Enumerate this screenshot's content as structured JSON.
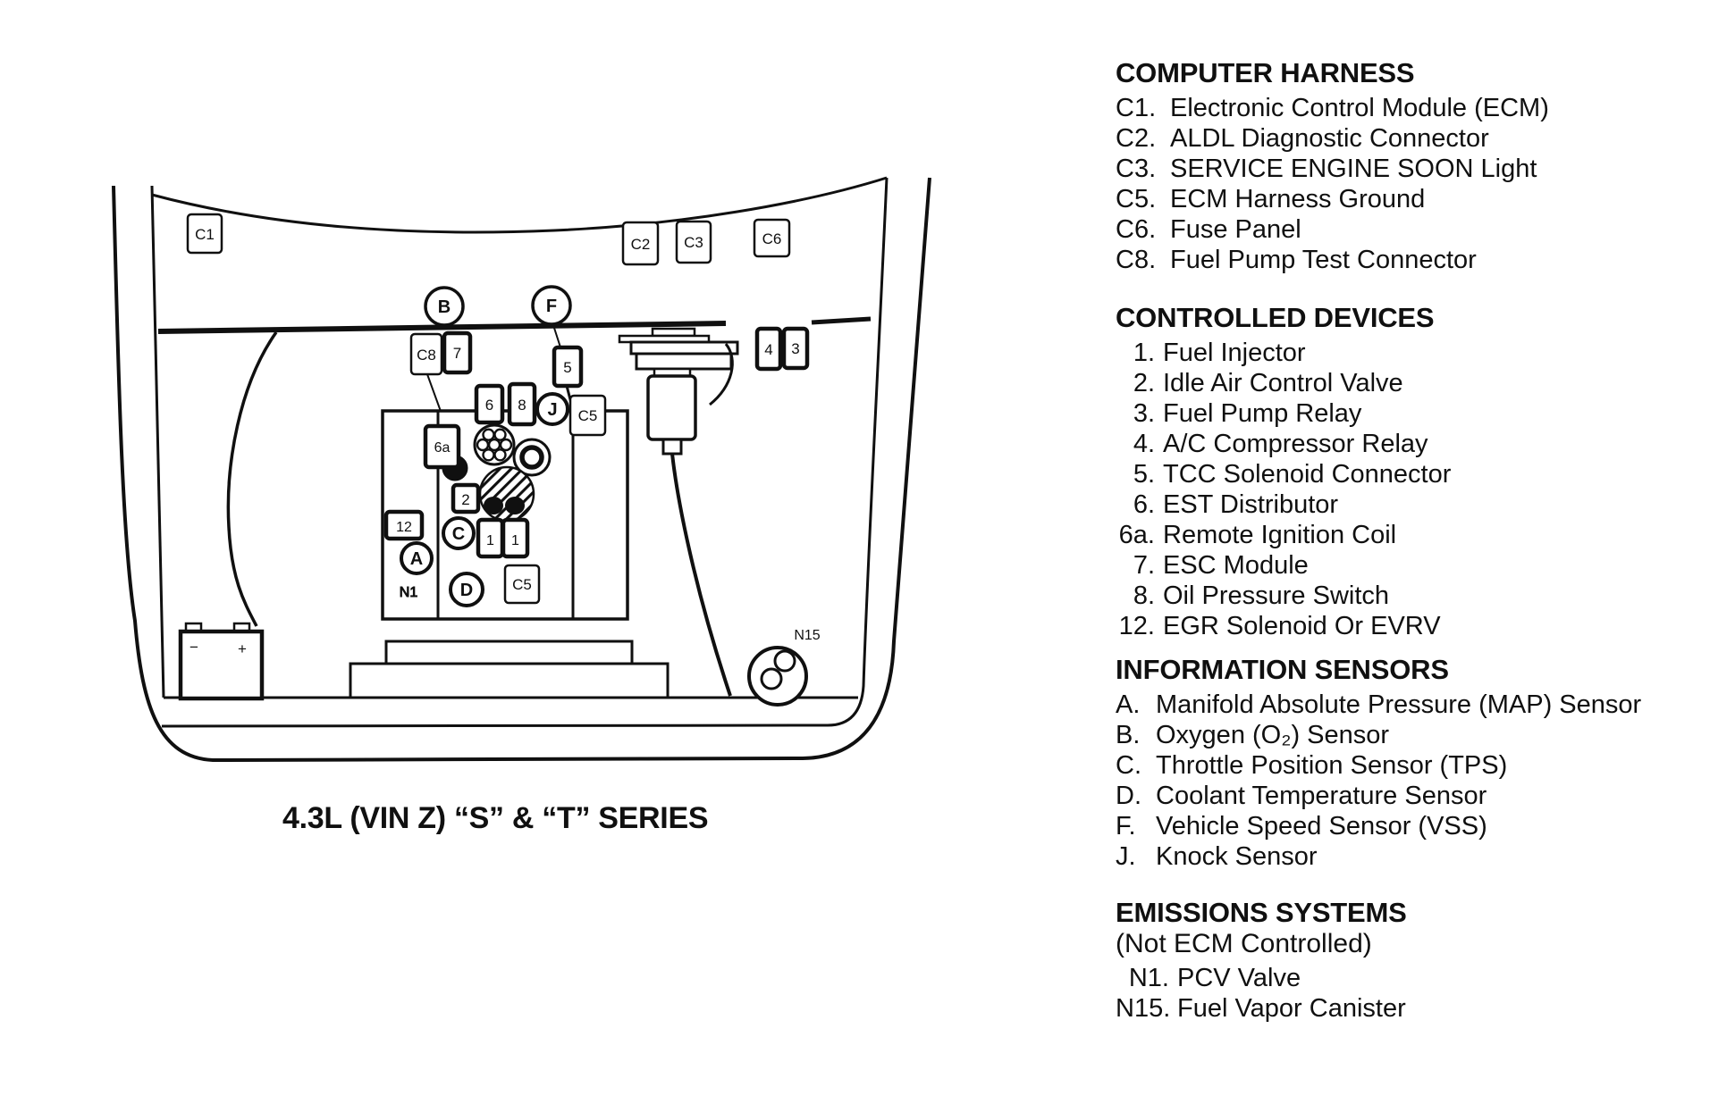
{
  "caption": "4.3L (VIN Z) “S” & “T” SERIES",
  "diagram_labels": {
    "c1": "C1",
    "c2": "C2",
    "c3": "C3",
    "c6": "C6",
    "b": "B",
    "f": "F",
    "c8": "C8",
    "seven": "7",
    "five": "5",
    "four": "4",
    "three": "3",
    "six": "6",
    "eight": "8",
    "j": "J",
    "c5_top": "C5",
    "six_a": "6a",
    "two": "2",
    "twelve": "12",
    "c": "C",
    "a": "A",
    "n1": "N1",
    "one_left": "1",
    "one_right": "1",
    "d": "D",
    "c5_bottom": "C5",
    "n15": "N15",
    "battery_minus": "−",
    "battery_plus": "+"
  },
  "legend": {
    "sections": [
      {
        "title": "COMPUTER HARNESS",
        "items": [
          {
            "num": "C1.",
            "label": "Electronic Control Module (ECM)"
          },
          {
            "num": "C2.",
            "label": "ALDL Diagnostic Connector"
          },
          {
            "num": "C3.",
            "label": "SERVICE ENGINE SOON Light"
          },
          {
            "num": "C5.",
            "label": "ECM Harness Ground"
          },
          {
            "num": "C6.",
            "label": "Fuse Panel"
          },
          {
            "num": "C8.",
            "label": "Fuel Pump Test Connector"
          }
        ]
      },
      {
        "title": "CONTROLLED DEVICES",
        "items": [
          {
            "num": "1.",
            "label": "Fuel Injector"
          },
          {
            "num": "2.",
            "label": "Idle Air Control Valve"
          },
          {
            "num": "3.",
            "label": "Fuel Pump Relay"
          },
          {
            "num": "4.",
            "label": "A/C Compressor Relay"
          },
          {
            "num": "5.",
            "label": "TCC Solenoid Connector"
          },
          {
            "num": "6.",
            "label": "EST Distributor"
          },
          {
            "num": "6a.",
            "label": "Remote Ignition Coil"
          },
          {
            "num": "7.",
            "label": "ESC Module"
          },
          {
            "num": "8.",
            "label": "Oil Pressure Switch"
          },
          {
            "num": "12.",
            "label": "EGR Solenoid Or EVRV"
          }
        ]
      },
      {
        "title": "INFORMATION SENSORS",
        "items": [
          {
            "num": "A.",
            "label": "Manifold Absolute Pressure (MAP) Sensor"
          },
          {
            "num": "B.",
            "label": "Oxygen (O₂) Sensor"
          },
          {
            "num": "C.",
            "label": "Throttle Position Sensor (TPS)"
          },
          {
            "num": "D.",
            "label": "Coolant Temperature Sensor"
          },
          {
            "num": "F.",
            "label": "Vehicle Speed Sensor (VSS)"
          },
          {
            "num": "J.",
            "label": "Knock Sensor"
          }
        ]
      },
      {
        "title": "EMISSIONS SYSTEMS",
        "subtitle": "(Not ECM Controlled)",
        "items": [
          {
            "num": "N1.",
            "label": "PCV Valve"
          },
          {
            "num": "N15.",
            "label": "Fuel Vapor Canister"
          }
        ]
      }
    ]
  }
}
